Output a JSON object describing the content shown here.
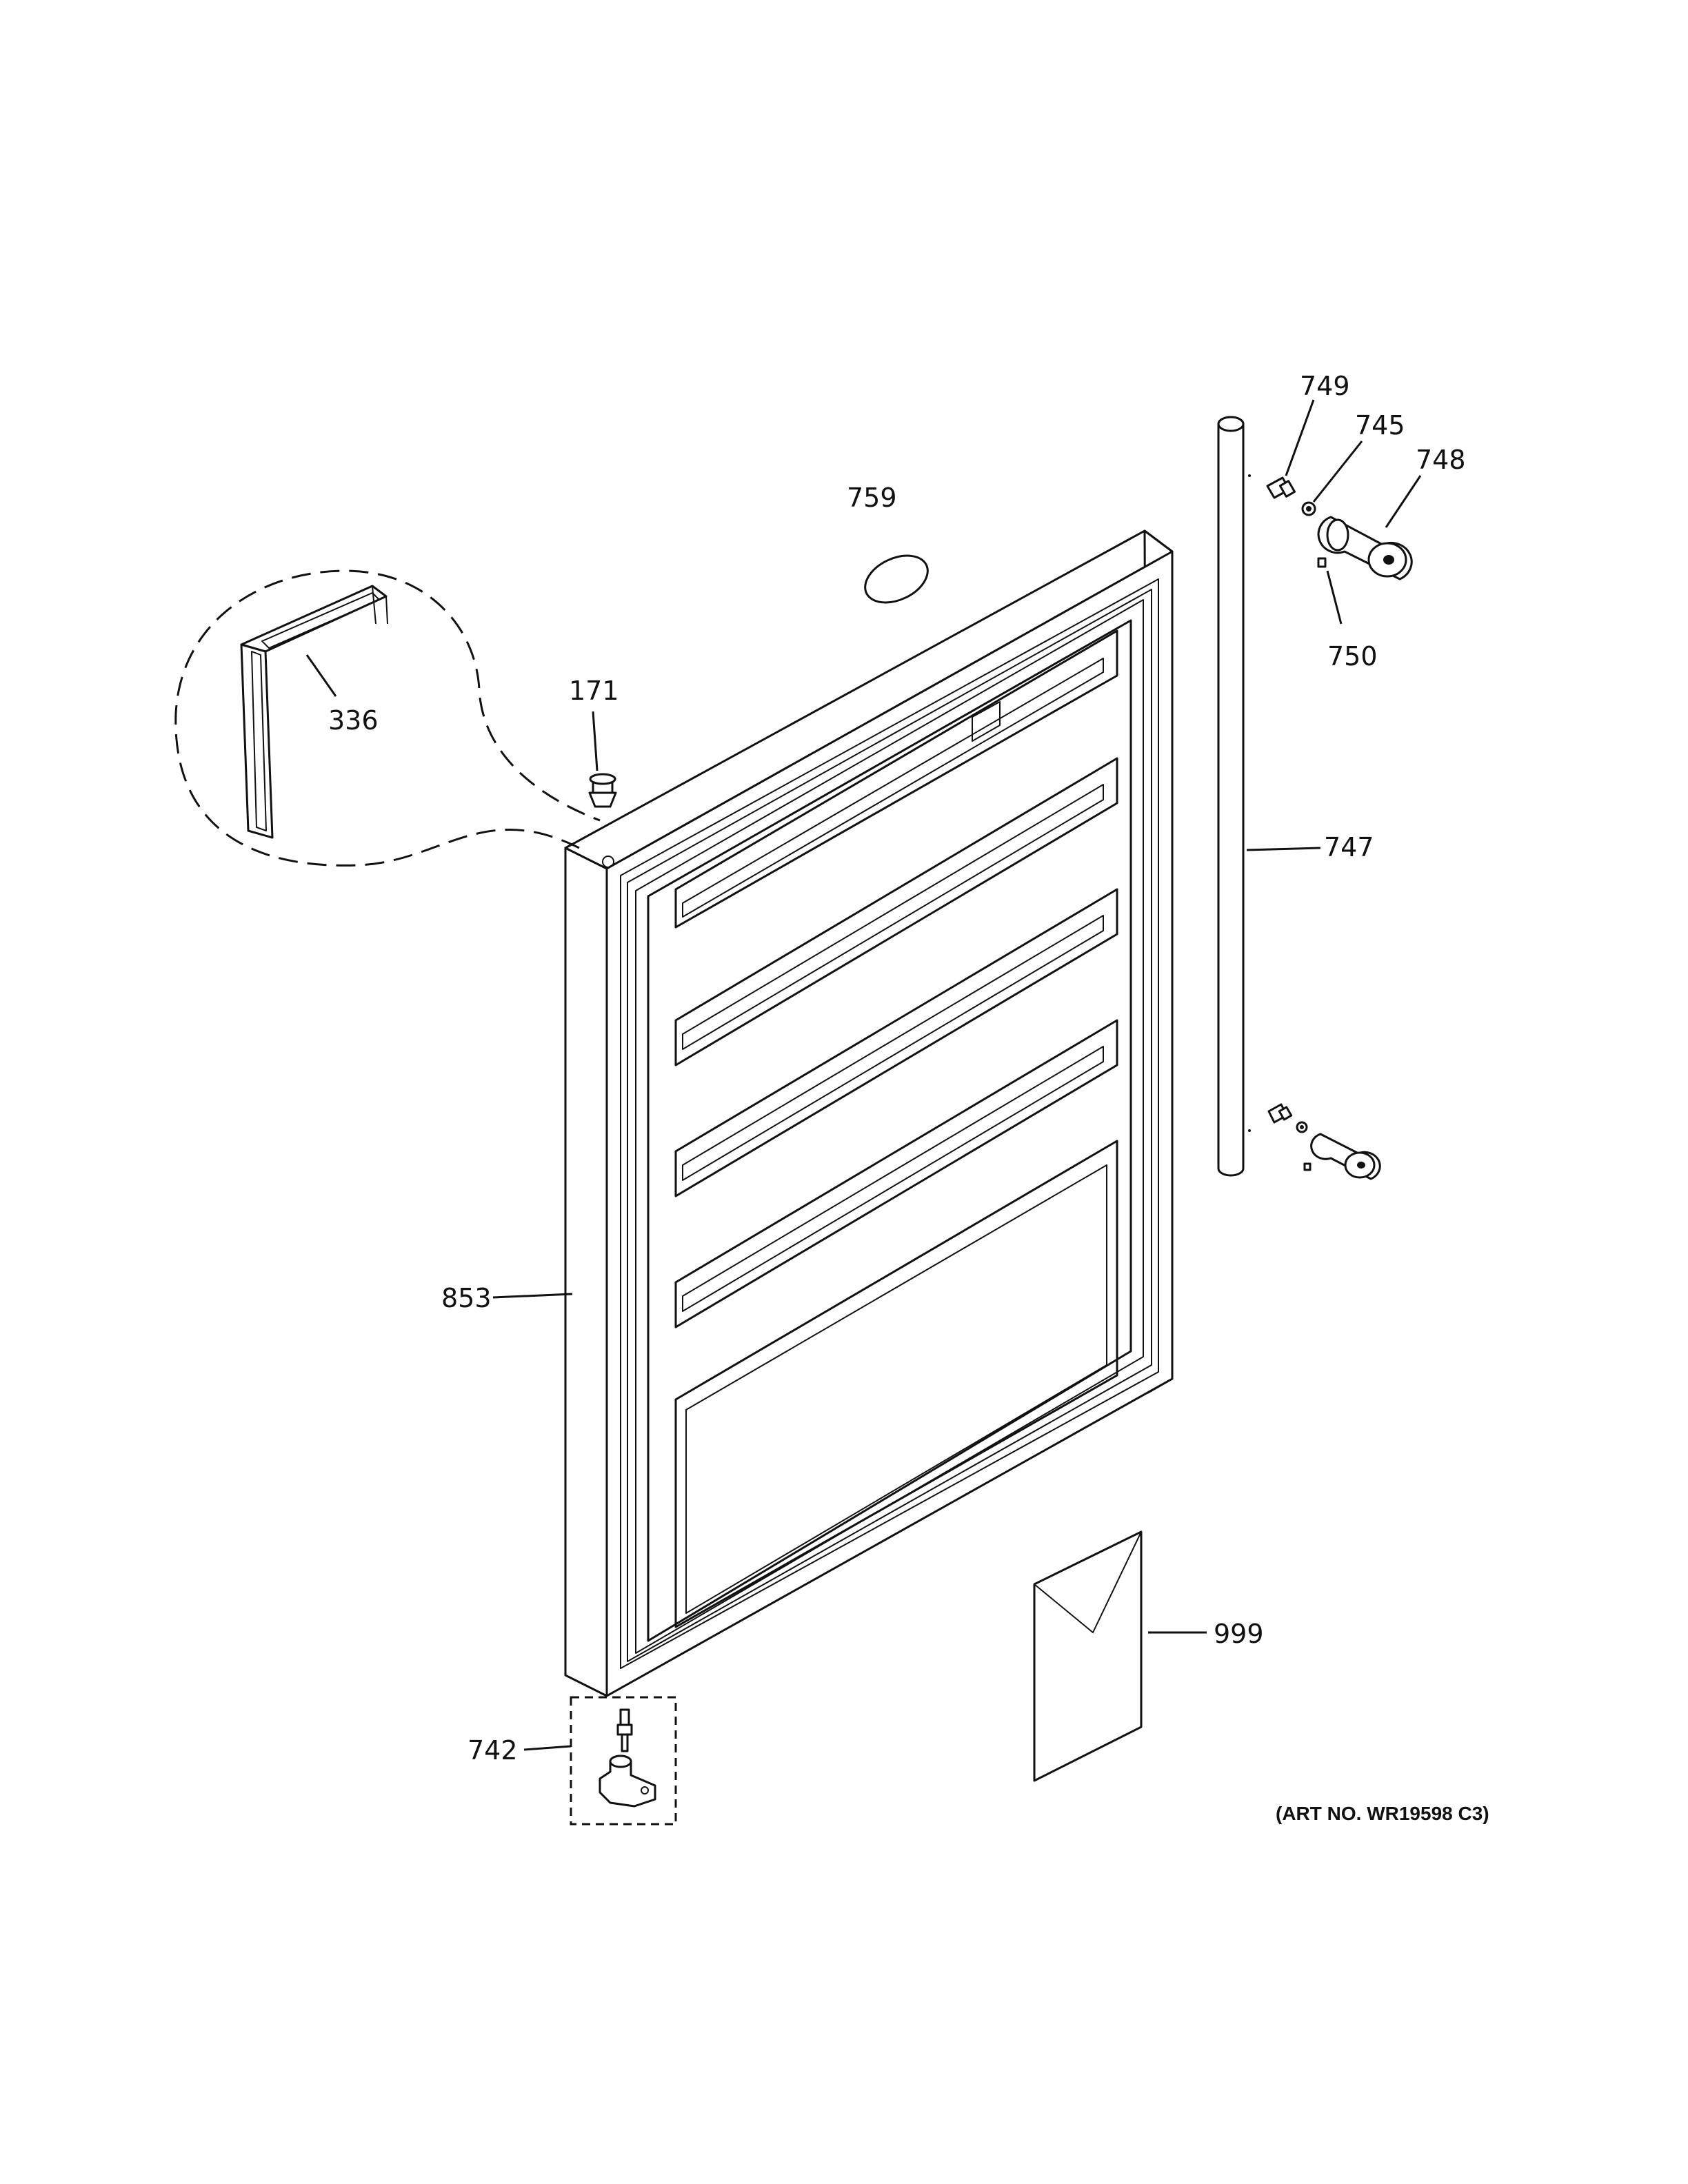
{
  "parts": [
    {
      "id": "p749",
      "label": "749"
    },
    {
      "id": "p745",
      "label": "745"
    },
    {
      "id": "p748",
      "label": "748"
    },
    {
      "id": "p759",
      "label": "759"
    },
    {
      "id": "p750",
      "label": "750"
    },
    {
      "id": "p171",
      "label": "171"
    },
    {
      "id": "p336",
      "label": "336"
    },
    {
      "id": "p747",
      "label": "747"
    },
    {
      "id": "p853",
      "label": "853"
    },
    {
      "id": "p999",
      "label": "999"
    },
    {
      "id": "p742",
      "label": "742"
    }
  ],
  "art_number": "(ART NO. WR19598 C3)"
}
